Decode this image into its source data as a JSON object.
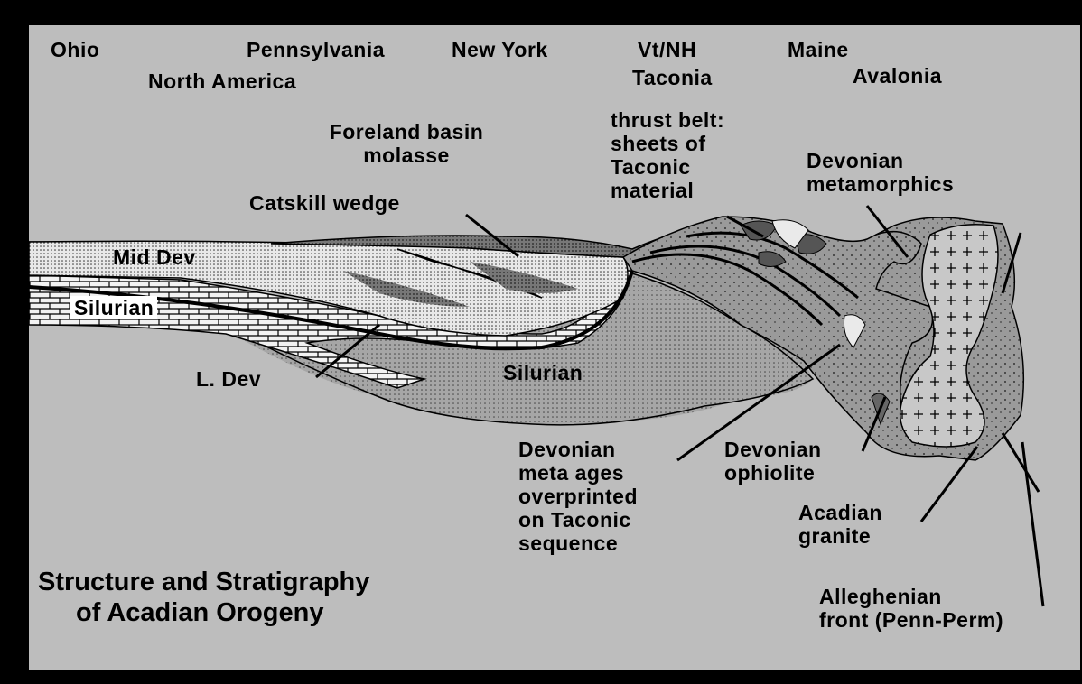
{
  "regions": {
    "ohio": "Ohio",
    "pennsylvania": "Pennsylvania",
    "new_york": "New York",
    "vt_nh": "Vt/NH",
    "maine": "Maine",
    "north_america": "North America",
    "taconia": "Taconia",
    "avalonia": "Avalonia"
  },
  "labels": {
    "foreland_basin_1": "Foreland basin",
    "foreland_basin_2": "molasse",
    "thrust_belt_1": "thrust belt:",
    "thrust_belt_2": "sheets of",
    "thrust_belt_3": "Taconic",
    "thrust_belt_4": "material",
    "devonian_meta_1": "Devonian",
    "devonian_meta_2": "metamorphics",
    "catskill_wedge": "Catskill wedge",
    "mid_dev": "Mid Dev",
    "silurian_left": "Silurian",
    "l_dev": "L. Dev",
    "silurian_center": "Silurian",
    "meta_ages_1": "Devonian",
    "meta_ages_2": "meta ages",
    "meta_ages_3": "overprinted",
    "meta_ages_4": "on Taconic",
    "meta_ages_5": "sequence",
    "ophiolite_1": "Devonian",
    "ophiolite_2": "ophiolite",
    "granite_1": "Acadian",
    "granite_2": "granite",
    "alleghenian_1": "Alleghenian",
    "alleghenian_2": "front (Penn-Perm)"
  },
  "title": {
    "line1": "Structure and Stratigraphy",
    "line2": "of Acadian Orogeny"
  },
  "colors": {
    "background": "#bdbdbd",
    "frame": "#000000",
    "basin_dark": "#8a8a8a",
    "silurian_fill": "#9e9e9e",
    "light_sand": "#e6e6e6"
  }
}
